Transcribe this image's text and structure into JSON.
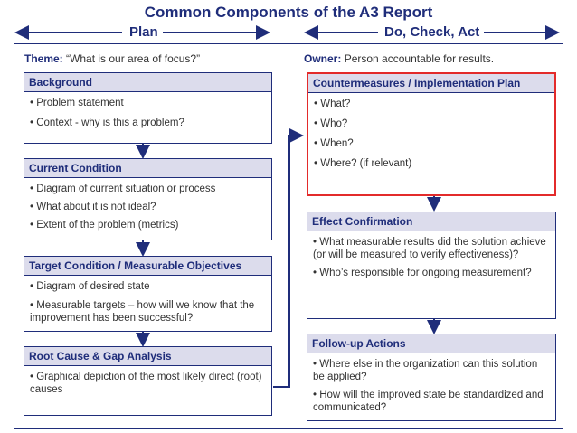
{
  "title": "Common Components of the A3 Report",
  "phases": {
    "left": "Plan",
    "right": "Do, Check, Act"
  },
  "theme": {
    "label": "Theme:",
    "text": "“What is our area of focus?”"
  },
  "owner": {
    "label": "Owner:",
    "text": "Person accountable for results."
  },
  "boxes": {
    "background": {
      "title": "Background",
      "items": [
        "• Problem statement",
        "• Context - why is this a problem?"
      ]
    },
    "current": {
      "title": "Current Condition",
      "items": [
        "• Diagram of current situation or process",
        "• What about it is not ideal?",
        "• Extent of the problem (metrics)"
      ]
    },
    "target": {
      "title": "Target Condition / Measurable Objectives",
      "items": [
        "• Diagram of desired state",
        "• Measurable targets – how will we know that the improvement has been successful?"
      ]
    },
    "rootcause": {
      "title": "Root Cause & Gap Analysis",
      "items": [
        "• Graphical depiction of the most likely direct (root) causes"
      ]
    },
    "countermeasures": {
      "title": "Countermeasures / Implementation Plan",
      "items": [
        "• What?",
        "• Who?",
        "• When?",
        "• Where? (if relevant)"
      ]
    },
    "effect": {
      "title": "Effect Confirmation",
      "items": [
        "• What measurable results did the solution achieve (or will be measured to verify effectiveness)?",
        "• Who’s responsible for ongoing measurement?"
      ]
    },
    "followup": {
      "title": "Follow-up Actions",
      "items": [
        "• Where else in the organization can this solution be applied?",
        "• How will the improved state be standardized and communicated?"
      ]
    }
  },
  "colors": {
    "navy": "#1f2d7a",
    "header_fill": "#dcdcec",
    "highlight": "#e32b2b"
  }
}
